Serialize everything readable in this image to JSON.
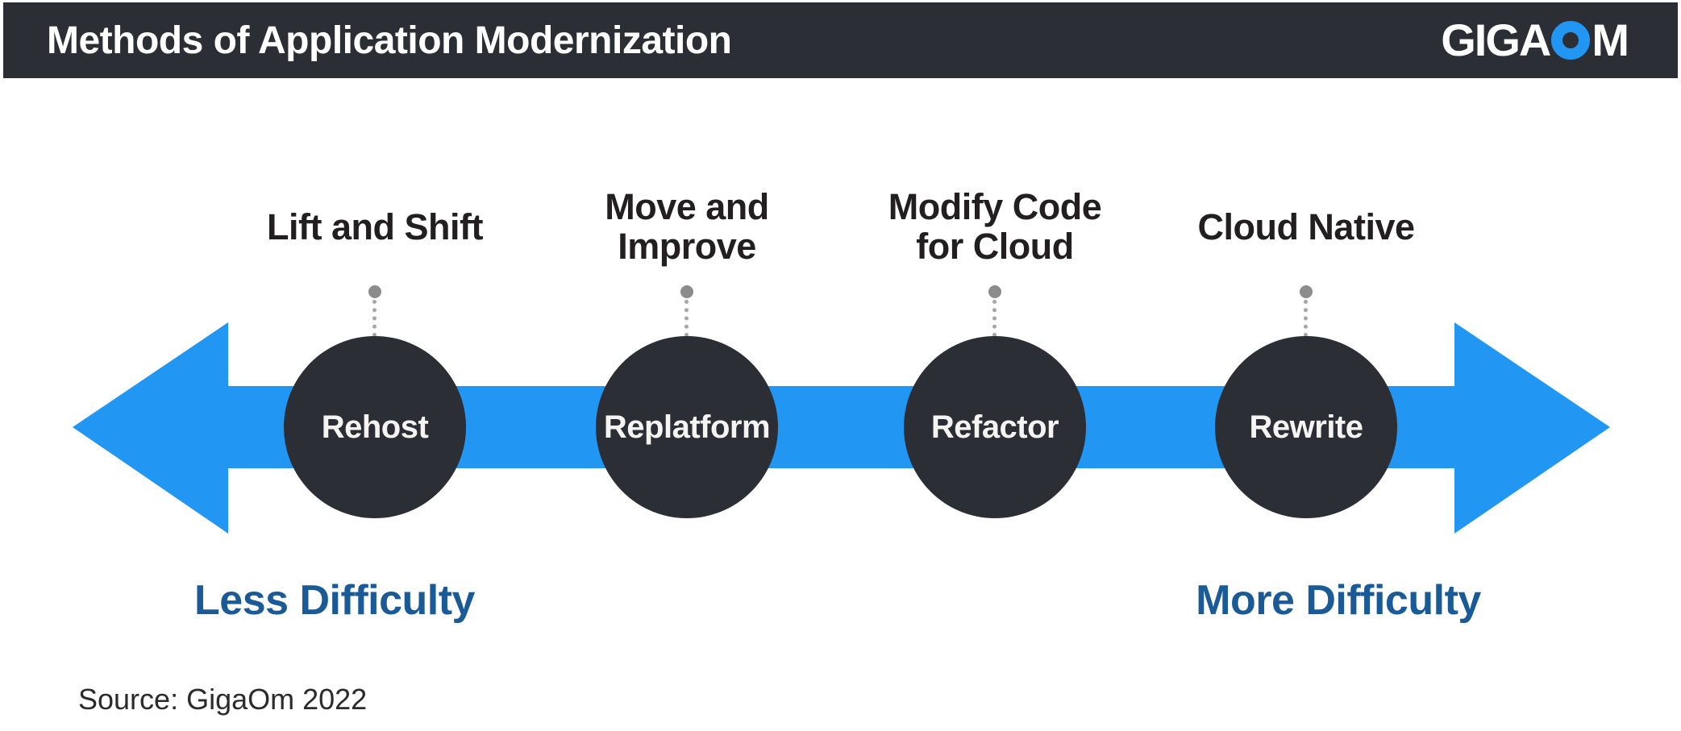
{
  "header": {
    "title": "Methods of Application Modernization",
    "logo": {
      "prefix": "GIGA",
      "suffix": "M"
    }
  },
  "methods": [
    {
      "label": "Lift and Shift",
      "node": "Rehost"
    },
    {
      "label": "Move and\nImprove",
      "node": "Replatform"
    },
    {
      "label": "Modify Code\nfor Cloud",
      "node": "Refactor"
    },
    {
      "label": "Cloud Native",
      "node": "Rewrite"
    }
  ],
  "difficulty": {
    "left": "Less Difficulty",
    "right": "More Difficulty"
  },
  "source": "Source: GigaOm 2022",
  "colors": {
    "header_bg": "#2B2E34",
    "node_bg": "#2B2E34",
    "arrow_blue": "#2196F3",
    "difficulty_text": "#1A5A96",
    "connector_gray": "#8C8C8C",
    "connector_line": "#A6A6A6",
    "label_text": "#231F20",
    "node_text": "#F5F4F2",
    "title_text": "#FFFFFF",
    "source_text": "#2B2B2B"
  }
}
